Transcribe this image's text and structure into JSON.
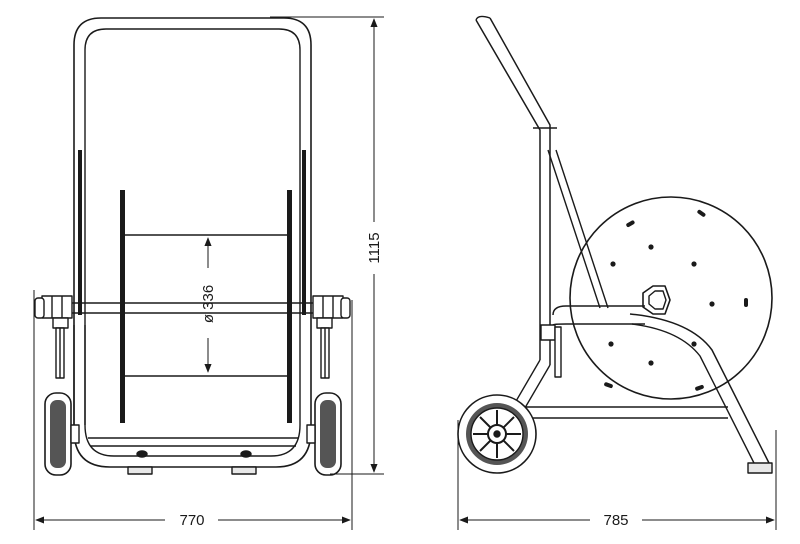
{
  "dimensions": {
    "front_width": "770",
    "side_width": "785",
    "height": "1115",
    "drum_diameter": "ø 336"
  },
  "colors": {
    "line": "#1a1a1a",
    "fill_light": "#e8e8e8",
    "tyre": "#555555"
  }
}
